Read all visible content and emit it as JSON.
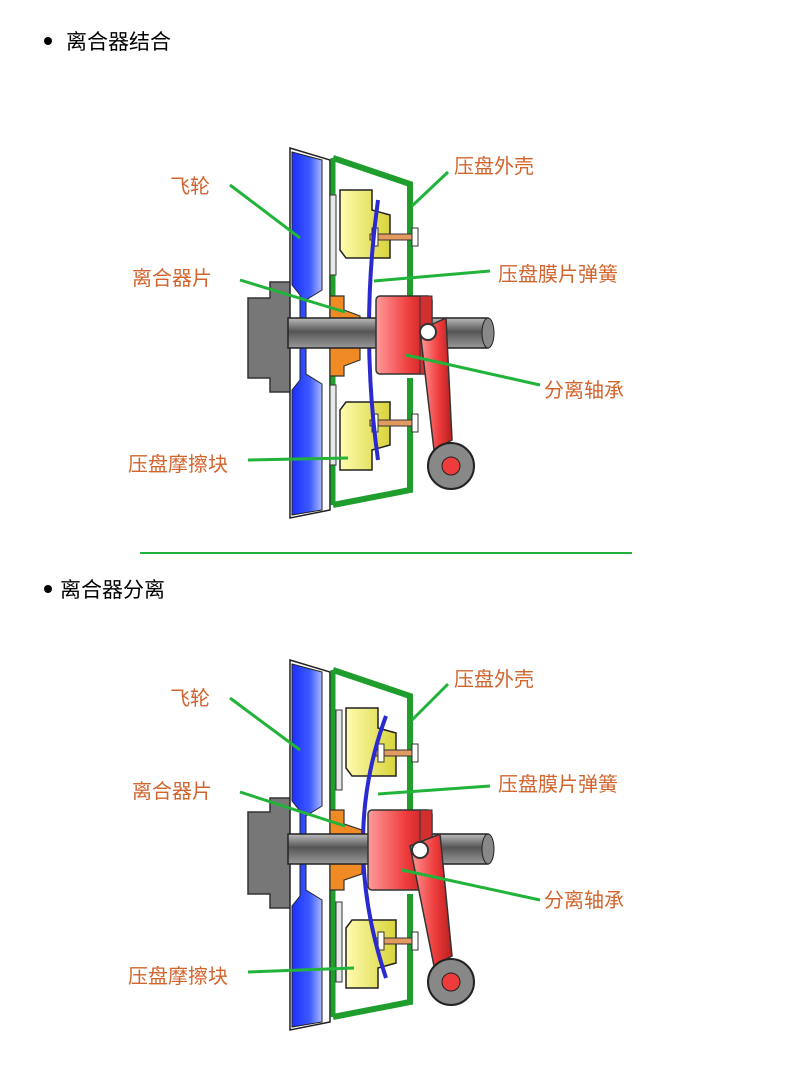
{
  "sections": [
    {
      "title": "离合器结合",
      "labels": {
        "flywheel": "飞轮",
        "clutch_disc": "离合器片",
        "friction_block": "压盘摩擦块",
        "pressure_plate_housing": "压盘外壳",
        "diaphragm_spring": "压盘膜片弹簧",
        "release_bearing": "分离轴承"
      }
    },
    {
      "title": "离合器分离",
      "labels": {
        "flywheel": "飞轮",
        "clutch_disc": "离合器片",
        "friction_block": "压盘摩擦块",
        "pressure_plate_housing": "压盘外壳",
        "diaphragm_spring": "压盘膜片弹簧",
        "release_bearing": "分离轴承"
      }
    }
  ],
  "colors": {
    "label": "#d2642e",
    "leader_line": "#22b33a",
    "flywheel": "#2f52ff",
    "housing": "#1f9e2e",
    "friction": "#f2ee70",
    "disc_hub": "#f08a24",
    "bearing": "#ee3b3b",
    "spring": "#2a2ad0",
    "shaft": "#777777"
  },
  "icons": [
    "bullet-icon"
  ]
}
